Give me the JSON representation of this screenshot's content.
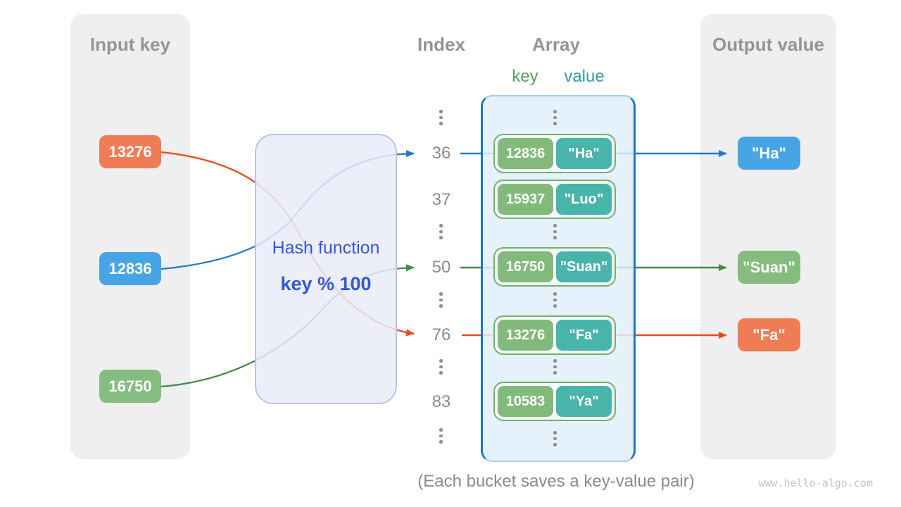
{
  "input_panel": {
    "title": "Input key",
    "keys": [
      "13276",
      "12836",
      "16750"
    ]
  },
  "hash_function": {
    "title": "Hash function",
    "formula": "key % 100"
  },
  "index_column": {
    "title": "Index",
    "indices": [
      "36",
      "37",
      "50",
      "76",
      "83"
    ]
  },
  "array_panel": {
    "title": "Array",
    "key_header": "key",
    "value_header": "value",
    "buckets": [
      {
        "key": "12836",
        "value": "\"Ha\""
      },
      {
        "key": "15937",
        "value": "\"Luo\""
      },
      {
        "key": "16750",
        "value": "\"Suan\""
      },
      {
        "key": "13276",
        "value": "\"Fa\""
      },
      {
        "key": "10583",
        "value": "\"Ya\""
      }
    ]
  },
  "output_panel": {
    "title": "Output value",
    "values": [
      "\"Ha\"",
      "\"Suan\"",
      "\"Fa\""
    ]
  },
  "caption": "(Each bucket saves a key-value pair)",
  "watermark": "www.hello-algo.com",
  "icons": {
    "ellipsis": "vertical-ellipsis-dots",
    "arrowhead": "right-arrowhead"
  },
  "colors": {
    "key_orange": "#f07c55",
    "key_blue": "#47a4e6",
    "key_green": "#85bc7f",
    "value_teal": "#48b4aa",
    "arrow_orange": "#e84e11",
    "arrow_blue": "#2478c8",
    "arrow_green": "#44894a",
    "hash_box_fill": "#e9ecf9",
    "hash_box_border": "#b9c3ee",
    "hash_text": "#3456d7",
    "array_fill": "#e0effa",
    "array_border": "#1d76c6",
    "bucket_border": "#6fb468",
    "panel_bg": "#efefef",
    "heading_gray": "#949494",
    "index_gray": "#8b8b8b",
    "key_label_green": "#55a05a",
    "value_label_teal": "#359d94",
    "watermark_gray": "#c3c3c3"
  }
}
